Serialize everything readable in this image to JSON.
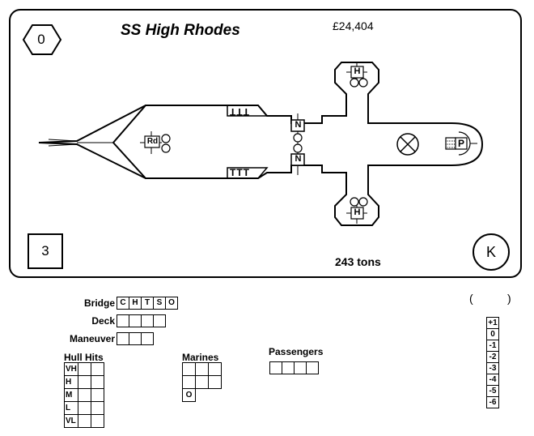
{
  "card": {
    "ship_name": "SS High Rhodes",
    "cost": "£24,404",
    "tonnage": "243 tons",
    "hex_value": "0",
    "square_value": "3",
    "circle_value": "K"
  },
  "ship_labels": {
    "bridge_marker": "Rd",
    "turret_top": "TTT",
    "turret_bottom": "TTT",
    "nav_top": "N",
    "nav_bottom": "N",
    "hangar_top": "H",
    "hangar_bottom": "H",
    "propulsion": "P"
  },
  "tracks": {
    "bridge": {
      "label": "Bridge",
      "boxes": [
        "C",
        "H",
        "T",
        "S",
        "O"
      ]
    },
    "deck": {
      "label": "Deck",
      "boxes": [
        "",
        "",
        "",
        ""
      ]
    },
    "maneuver": {
      "label": "Maneuver",
      "boxes": [
        "",
        "",
        ""
      ]
    },
    "hull_hits": {
      "label": "Hull Hits",
      "rows": [
        "VH",
        "H",
        "M",
        "L",
        "VL"
      ]
    },
    "marines": {
      "label": "Marines",
      "bottom_label": "O"
    },
    "passengers": {
      "label": "Passengers",
      "boxes": [
        "",
        "",
        "",
        ""
      ]
    }
  },
  "modifier": {
    "paren_open": "(",
    "paren_close": ")",
    "values": [
      "+1",
      "0",
      "-1",
      "-2",
      "-3",
      "-4",
      "-5",
      "-6"
    ]
  }
}
